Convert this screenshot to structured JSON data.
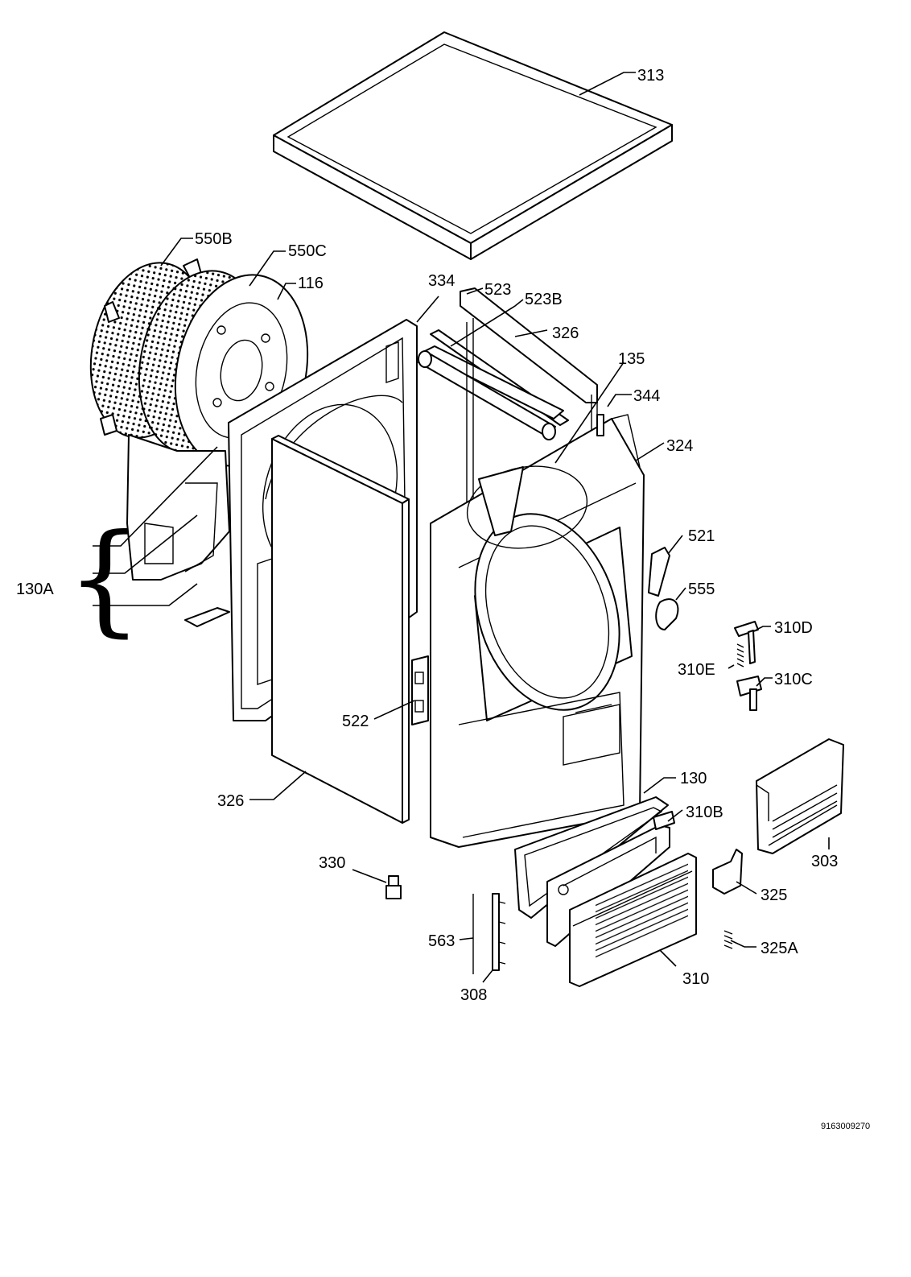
{
  "labels": {
    "l313": "313",
    "l550B": "550B",
    "l550C": "550C",
    "l116": "116",
    "l334": "334",
    "l523": "523",
    "l523B": "523B",
    "l326a": "326",
    "l135": "135",
    "l344": "344",
    "l324": "324",
    "l521": "521",
    "l555": "555",
    "l310D": "310D",
    "l310E": "310E",
    "l310C": "310C",
    "l130A": "130A",
    "l522": "522",
    "l326b": "326",
    "l130": "130",
    "l310B": "310B",
    "l303": "303",
    "l330": "330",
    "l325": "325",
    "l325A": "325A",
    "l563": "563",
    "l308": "308",
    "l310": "310"
  },
  "document_code": "9163009270",
  "brace_symbol": "{"
}
